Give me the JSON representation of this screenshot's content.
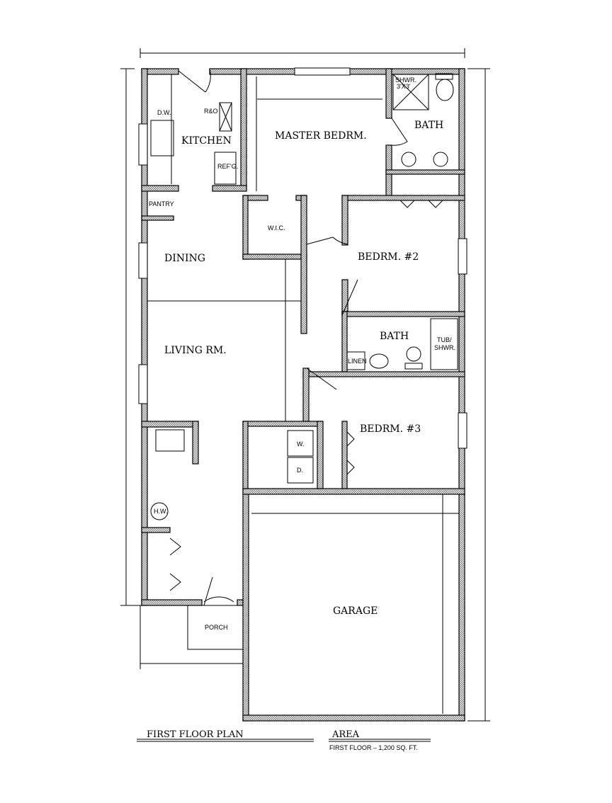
{
  "rooms": {
    "kitchen": "KITCHEN",
    "master": "MASTER BEDRM.",
    "bath1": "BATH",
    "pantry": "PANTRY",
    "wic": "W.I.C.",
    "dining": "DINING",
    "bed2": "BEDRM.  #2",
    "bath2": "BATH",
    "living": "LIVING RM.",
    "bed3": "BEDRM.  #3",
    "garage": "GARAGE",
    "porch": "PORCH"
  },
  "fixtures": {
    "dw": "D.W.",
    "ro": "R&O",
    "refg": "REF'G.",
    "shwr1": "SHWR.",
    "shwr2": "3'X3'",
    "linen": "LINEN",
    "tub1": "TUB/",
    "tub2": "SHWR.",
    "washer": "W.",
    "dryer": "D.",
    "hw": "H.W."
  },
  "title": {
    "plan": "FIRST FLOOR PLAN",
    "area": "AREA",
    "area_value": "FIRST FLOOR  –  1,200 SQ. FT."
  }
}
